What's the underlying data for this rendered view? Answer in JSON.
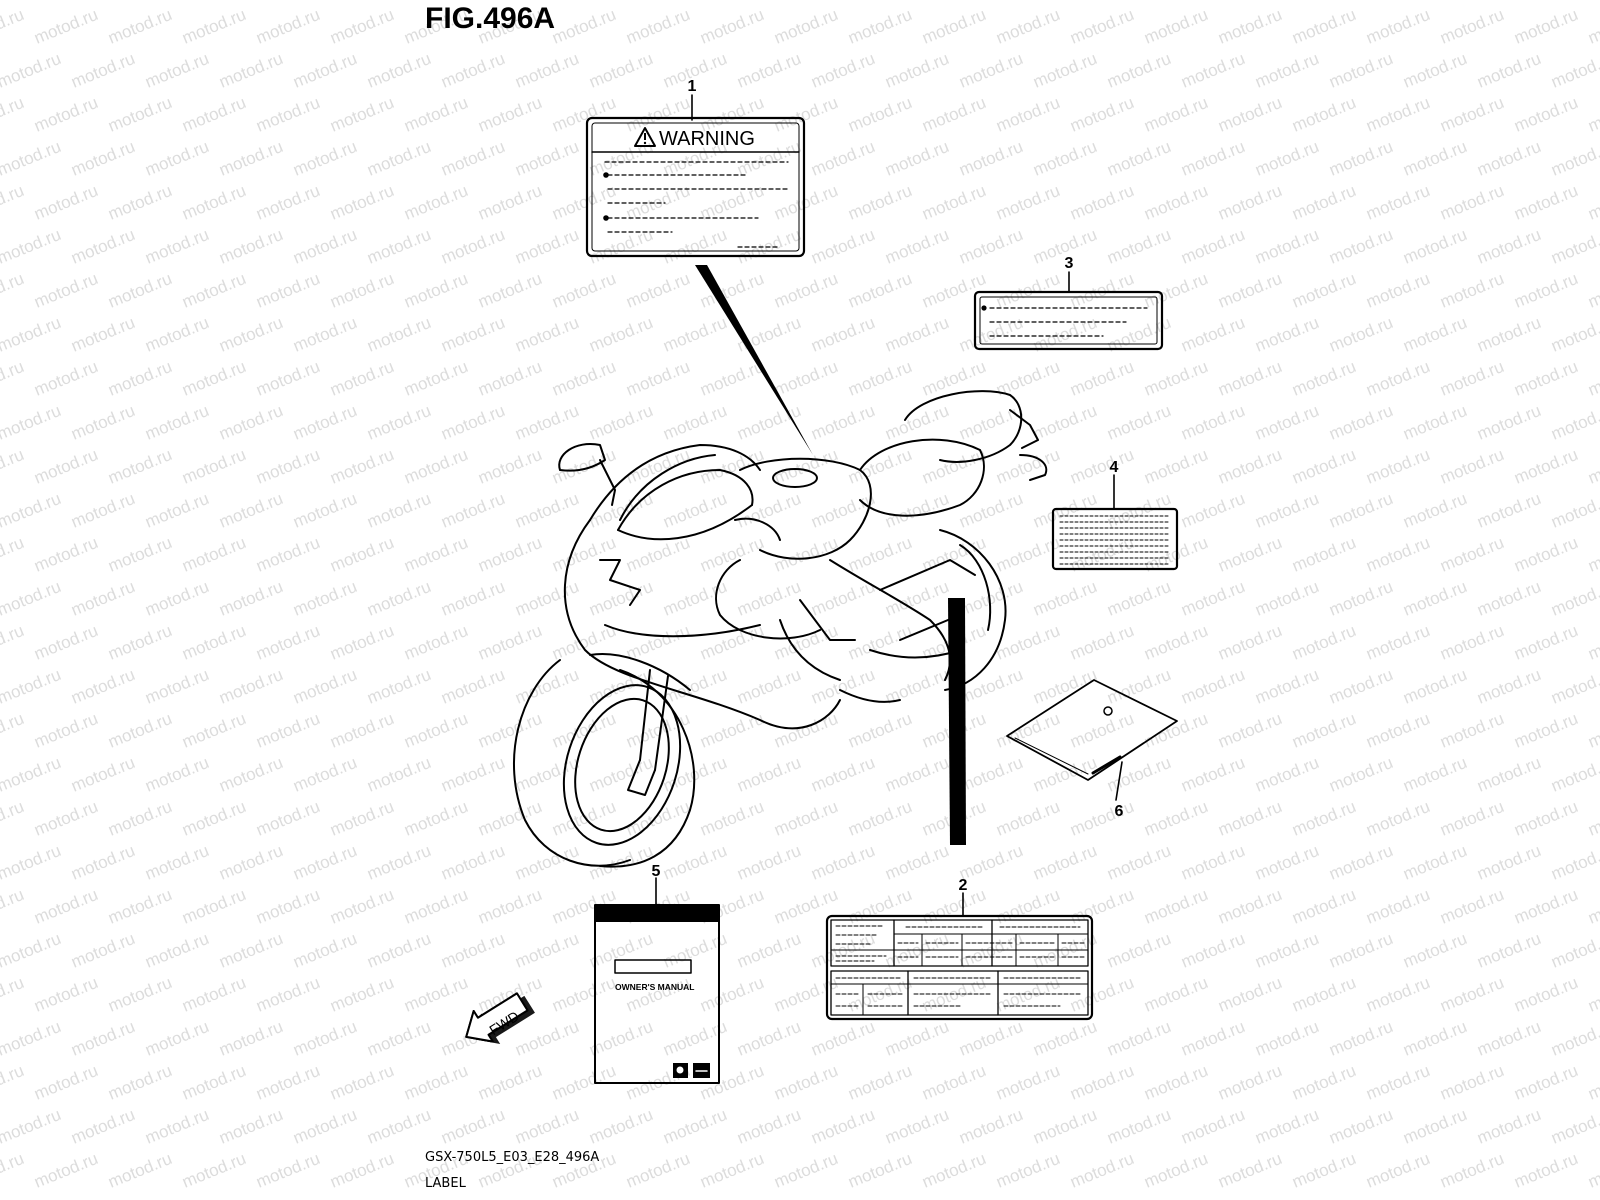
{
  "figure": {
    "title": "FIG.496A",
    "code": "GSX-750L5_E03_E28_496A",
    "caption": "LABEL"
  },
  "watermark": {
    "text": "motod.ru",
    "color": "#dcdcdc"
  },
  "labels": {
    "warning_heading": "WARNING",
    "owners_manual": "OWNER'S MANUAL",
    "fwd_arrow": "FWD"
  },
  "callouts": [
    {
      "number": "1",
      "part": "warning-label"
    },
    {
      "number": "2",
      "part": "information-label"
    },
    {
      "number": "3",
      "part": "caution-label"
    },
    {
      "number": "4",
      "part": "tire-info-label"
    },
    {
      "number": "5",
      "part": "owners-manual"
    },
    {
      "number": "6",
      "part": "label-set"
    }
  ],
  "icons": {
    "warning_symbol": "warning-triangle-icon",
    "forward_arrow": "fwd-arrow-icon",
    "brand_logo": "suzuki-logo-icon"
  }
}
